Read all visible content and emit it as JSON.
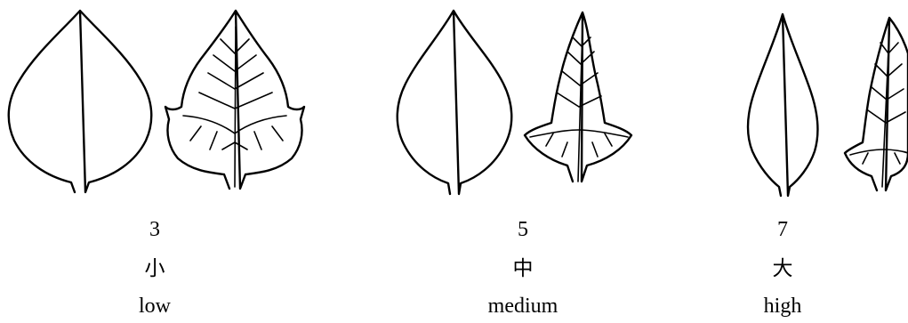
{
  "groups": [
    {
      "number": "3",
      "label_zh": "小",
      "label_en": "low"
    },
    {
      "number": "5",
      "label_zh": "中",
      "label_en": "medium"
    },
    {
      "number": "7",
      "label_zh": "大",
      "label_en": "high"
    }
  ]
}
